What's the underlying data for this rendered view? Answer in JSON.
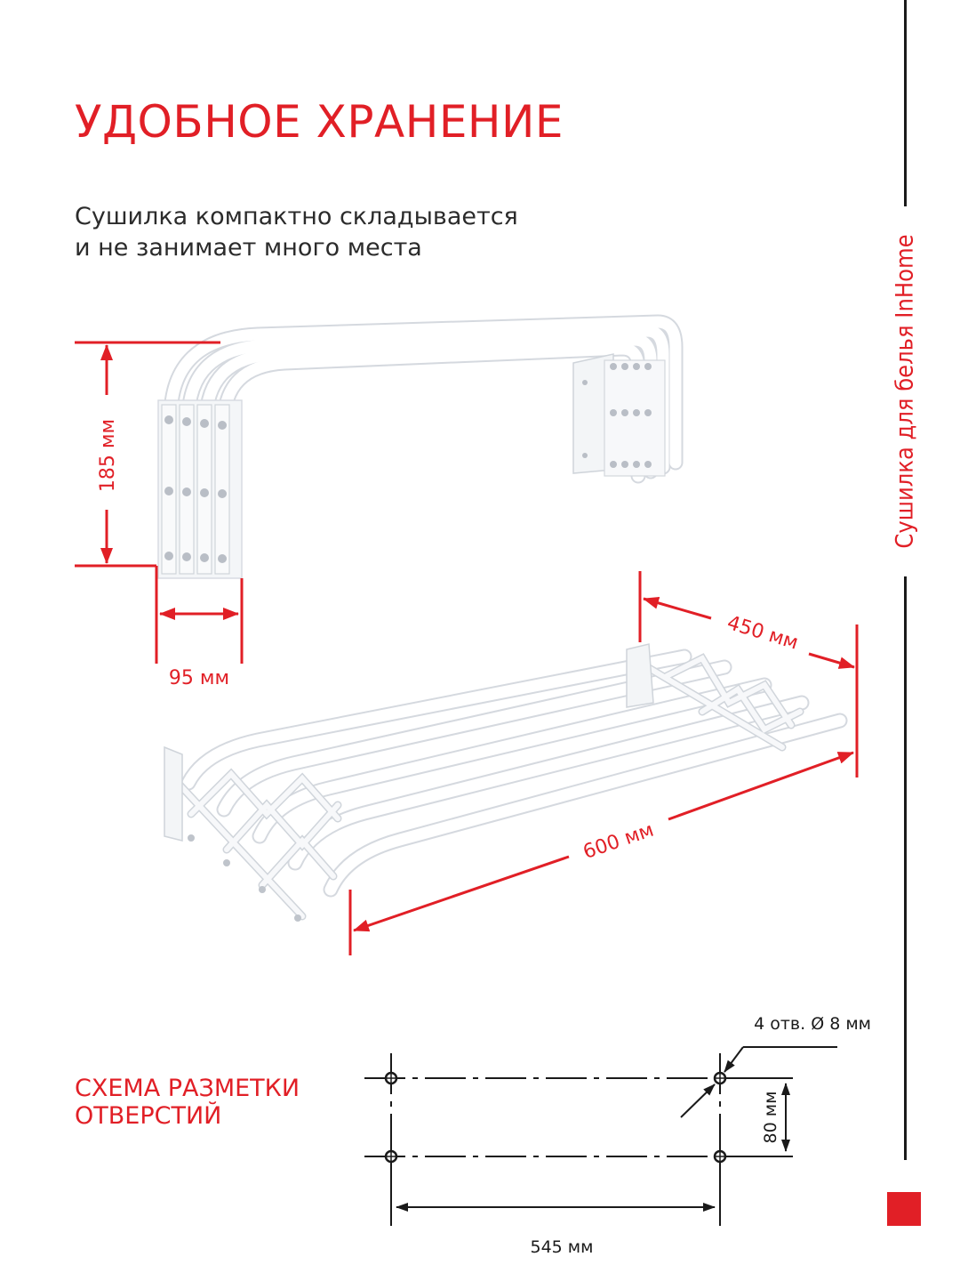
{
  "header": {
    "title": "УДОБНОЕ ХРАНЕНИЕ",
    "subtitle_lines": [
      "Сушилка компактно складывается",
      "и не занимает много места"
    ]
  },
  "side_label": "Сушилка для белья InHome",
  "dimensions": {
    "folded_height": "185 мм",
    "folded_depth": "95 мм",
    "open_depth": "450 мм",
    "width": "600 мм"
  },
  "scheme": {
    "title_lines": [
      "СХЕМА РАЗМЕТКИ",
      "ОТВЕРСТИЙ"
    ],
    "holes_note": "4 отв. Ø 8 мм",
    "vertical_spacing": "80 мм",
    "horizontal_spacing": "545 мм"
  },
  "colors": {
    "accent": "#e11f26",
    "text": "#2b2b2b",
    "line": "#1a1a1a"
  }
}
